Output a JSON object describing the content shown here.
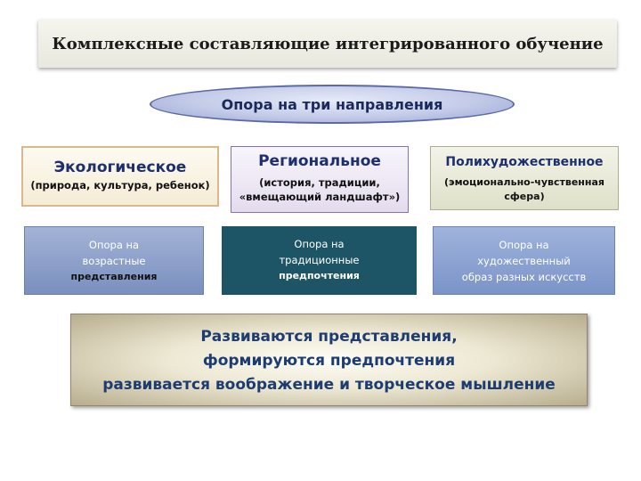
{
  "title": "Комплексные составляющие интегрированного обучение",
  "ellipse_label": "Опора на три направления",
  "directions": [
    {
      "heading": "Экологическое",
      "sub": [
        "(природа, культура, ребенок)"
      ]
    },
    {
      "heading": "Региональное",
      "sub": [
        "(история, традиции,",
        "«вмещающий ландшафт»)"
      ]
    },
    {
      "heading": "Полихудожественное",
      "sub": [
        "(эмоционально-чувственная",
        "сфера)"
      ]
    }
  ],
  "supports": [
    {
      "lines": [
        "Опора на",
        "возрастные"
      ],
      "bold": "представления"
    },
    {
      "lines": [
        "Опора  на",
        "традиционные"
      ],
      "bold": "предпочтения"
    },
    {
      "lines": [
        "Опора на",
        "художественный",
        "образ разных искусств"
      ],
      "bold": ""
    }
  ],
  "result_lines": [
    "Развиваются представления,",
    "формируются предпочтения",
    "развивается воображение и творческое мышление"
  ],
  "colors": {
    "heading": "#1d2f6e",
    "result_text": "#1d3c72",
    "middle_support": "#1e5566"
  }
}
